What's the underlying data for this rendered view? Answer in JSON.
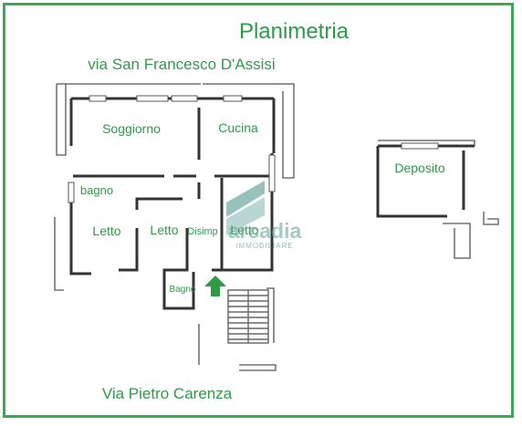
{
  "title": "Planimetria",
  "streets": {
    "top": "via San Francesco D'Assisi",
    "bottom": "Via Pietro Carenza"
  },
  "rooms": {
    "soggiorno": "Soggiorno",
    "cucina": "Cucina",
    "bagno_small": "bagno",
    "letto_1": "Letto",
    "letto_2": "Letto",
    "disimpegno": "Disimp",
    "letto_3": "Letto",
    "bagno": "Bagno",
    "deposito": "Deposito"
  },
  "watermark": {
    "brand": "arcadia",
    "tagline": "IMMOBILIARE"
  },
  "icons": {
    "entrance": "up-arrow-icon",
    "logo": "arcadia-logo-icon"
  },
  "colors": {
    "accent": "#3aa856",
    "label": "#2f9a4a",
    "arrow": "#2e9b46",
    "watermark": "#6aa8a0"
  }
}
